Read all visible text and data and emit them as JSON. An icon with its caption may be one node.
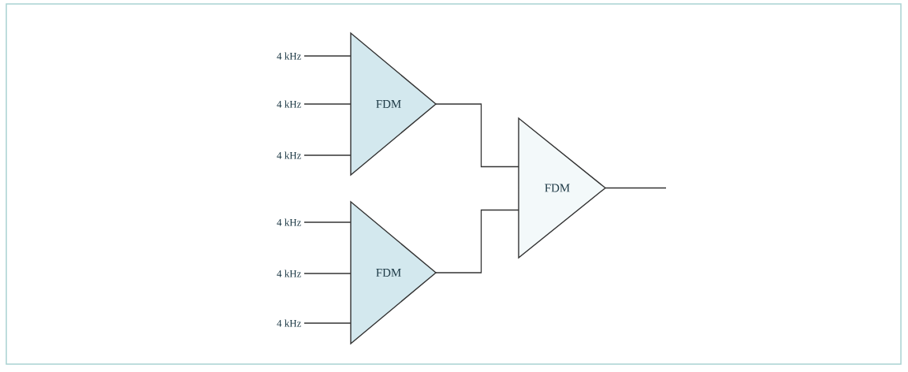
{
  "diagram": {
    "nodes": [
      {
        "text": [
          "4 kHz"
        ]
      },
      {
        "text": [
          "4 kHz"
        ]
      },
      {
        "text": [
          "4 kHz"
        ]
      },
      {
        "text": [
          "4 kHz"
        ]
      },
      {
        "text": [
          "4 kHz"
        ]
      },
      {
        "text": [
          "4 kHz"
        ]
      },
      {
        "text": [
          "FDM"
        ]
      },
      {
        "text": [
          "FDM"
        ]
      },
      {
        "text": [
          "FDM"
        ]
      }
    ],
    "edges": [
      {
        "from": 0,
        "to": 6,
        "arrow": "none"
      },
      {
        "from": 1,
        "to": 6,
        "arrow": "none"
      },
      {
        "from": 2,
        "to": 6,
        "arrow": "none"
      },
      {
        "from": 3,
        "to": 7,
        "arrow": "none"
      },
      {
        "from": 4,
        "to": 7,
        "arrow": "none"
      },
      {
        "from": 5,
        "to": 7,
        "arrow": "none"
      },
      {
        "from": 6,
        "to": 8,
        "arrow": "none"
      },
      {
        "from": 7,
        "to": 8,
        "arrow": "none"
      },
      {
        "from": 8,
        "to": null,
        "arrow": "none"
      }
    ]
  }
}
